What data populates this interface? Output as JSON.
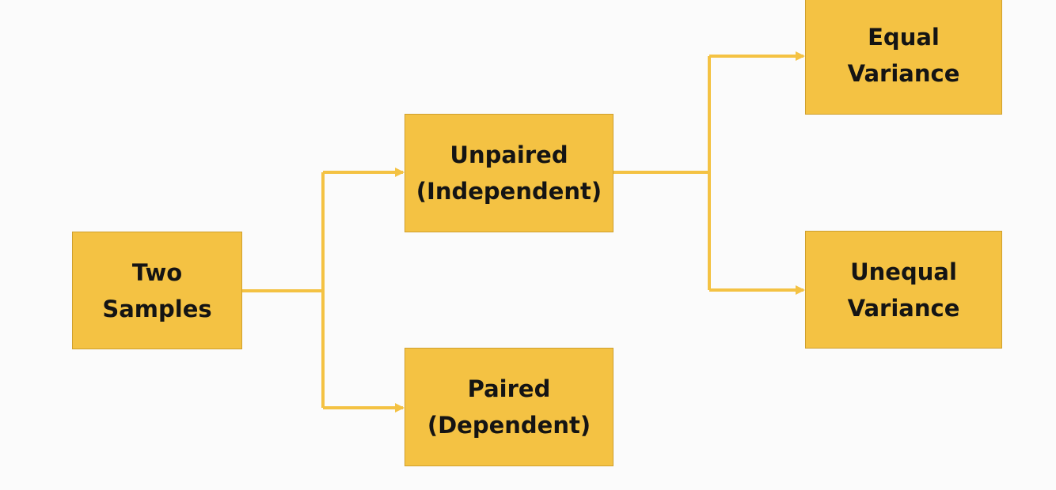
{
  "diagram": {
    "colors": {
      "background": "#fbfbfb",
      "box_fill": "#f4c243",
      "box_border": "#cf9f2c",
      "connector": "#f4c243",
      "text": "#141414"
    },
    "nodes": {
      "two_samples": {
        "line1": "Two",
        "line2": "Samples"
      },
      "unpaired": {
        "line1": "Unpaired",
        "line2": "(Independent)"
      },
      "paired": {
        "line1": "Paired",
        "line2": "(Dependent)"
      },
      "equal_variance": {
        "line1": "Equal",
        "line2": "Variance"
      },
      "unequal_variance": {
        "line1": "Unequal",
        "line2": "Variance"
      }
    },
    "edges": [
      {
        "from": "two_samples",
        "to": "unpaired"
      },
      {
        "from": "two_samples",
        "to": "paired"
      },
      {
        "from": "unpaired",
        "to": "equal_variance"
      },
      {
        "from": "unpaired",
        "to": "unequal_variance"
      }
    ]
  }
}
